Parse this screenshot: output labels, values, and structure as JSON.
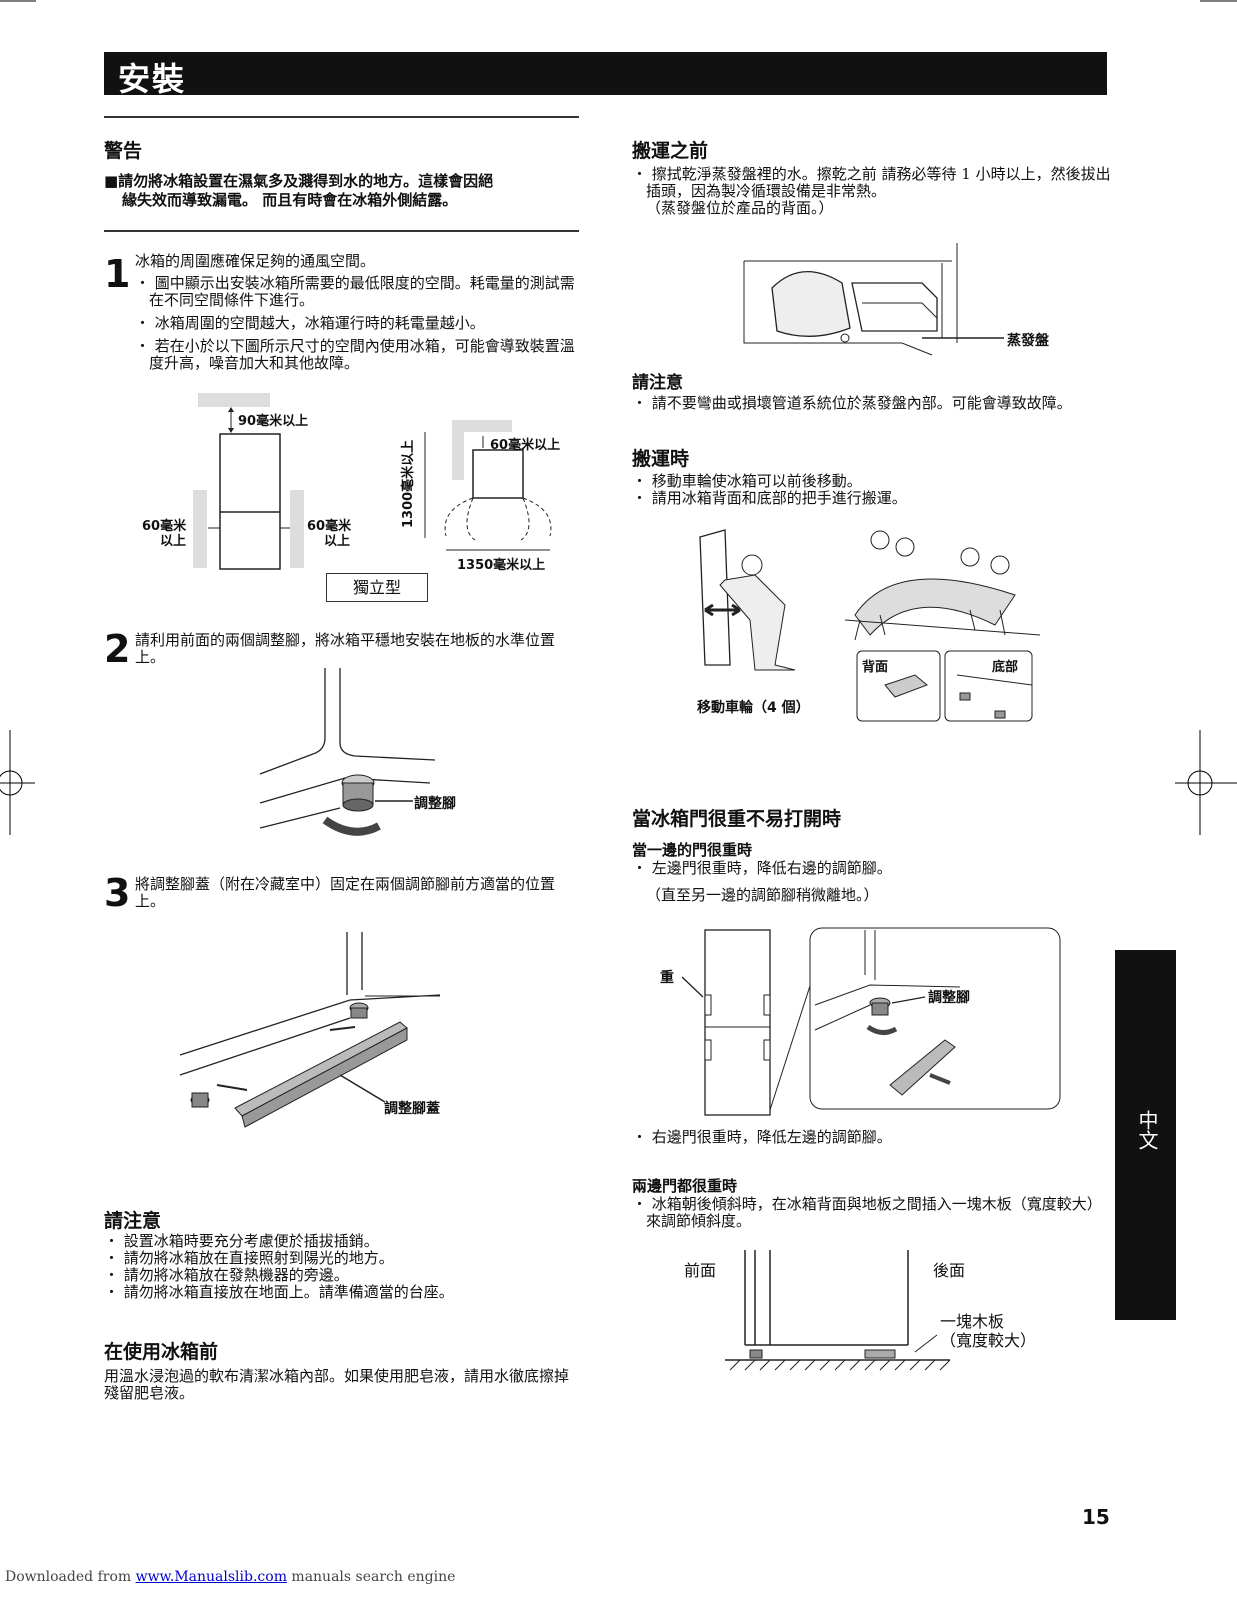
{
  "header": {
    "title": "安裝"
  },
  "left": {
    "warning": {
      "heading": "警告",
      "line1": "■請勿將冰箱設置在濕氣多及濺得到水的地方。這樣會因絕",
      "line2": "緣失效而導致漏電。 而且有時會在冰箱外側結露。"
    },
    "step1": {
      "num": "1",
      "main": "冰箱的周圍應確保足夠的通風空間。",
      "b1": "・ 圖中顯示出安裝冰箱所需要的最低限度的空間。耗電量的測試需在不同空間條件下進行。",
      "b2": "・ 冰箱周圍的空間越大，冰箱運行時的耗電量越小。",
      "b3": "・ 若在小於以下圖所示尺寸的空間內使用冰箱，可能會導致裝置溫度升高，噪音加大和其他故障。"
    },
    "diagram1": {
      "top_gap": "90毫米以上",
      "side_left": "60毫米",
      "side_left2": "以上",
      "side_right": "60毫米",
      "side_right2": "以上",
      "top_gap2": "60毫米以上",
      "height": "1300毫米以上",
      "width": "1350毫米以上",
      "caption": "獨立型"
    },
    "step2": {
      "num": "2",
      "text": "請利用前面的兩個調整腳，將冰箱平穩地安裝在地板的水準位置上。",
      "label": "調整腳"
    },
    "step3": {
      "num": "3",
      "text": "將調整腳蓋（附在冷藏室中）固定在兩個調節腳前方適當的位置上。",
      "label": "調整腳蓋"
    },
    "caution": {
      "heading": "請注意",
      "items": [
        "・ 設置冰箱時要充分考慮便於插拔插銷。",
        "・ 請勿將冰箱放在直接照射到陽光的地方。",
        "・ 請勿將冰箱放在發熱機器的旁邊。",
        "・ 請勿將冰箱直接放在地面上。請準備適當的台座。"
      ]
    },
    "before_use": {
      "heading": "在使用冰箱前",
      "text": "用溫水浸泡過的軟布清潔冰箱內部。如果使用肥皂液，請用水徹底擦掉殘留肥皂液。"
    }
  },
  "right": {
    "before_move": {
      "heading": "搬運之前",
      "b1": "・ 擦拭乾淨蒸發盤裡的水。擦乾之前 請務必等待 1 小時以上，然後拔出插頭，因為製冷循環設備是非常熱。",
      "b2": "（蒸發盤位於產品的背面。）",
      "label": "蒸發盤"
    },
    "caution2": {
      "heading": "請注意",
      "text": "・ 請不要彎曲或損壞管道系統位於蒸發盤內部。可能會導致故障。"
    },
    "moving": {
      "heading": "搬運時",
      "b1": "・ 移動車輪使冰箱可以前後移動。",
      "b2": "・ 請用冰箱背面和底部的把手進行搬運。",
      "wheels": "移動車輪（4 個）",
      "back": "背面",
      "bottom": "底部"
    },
    "heavy_door": {
      "heading": "當冰箱門很重不易打開時",
      "sub1": "當一邊的門很重時",
      "b1": "・ 左邊門很重時，降低右邊的調節腳。",
      "b1b": "（直至另一邊的調節腳稍微離地。）",
      "heavy": "重",
      "adjust": "調整腳",
      "b2": "・ 右邊門很重時，降低左邊的調節腳。",
      "sub2": "兩邊門都很重時",
      "b3": "・ 冰箱朝後傾斜時，在冰箱背面與地板之間插入一塊木板（寬度較大）來調節傾斜度。",
      "front": "前面",
      "rear": "後面",
      "board1": "一塊木板",
      "board2": "（寬度較大）"
    }
  },
  "side_tab": "中文",
  "page_number": "15",
  "footer": {
    "prefix": "Downloaded from ",
    "link": "www.Manualslib.com",
    "suffix": "  manuals search engine"
  }
}
